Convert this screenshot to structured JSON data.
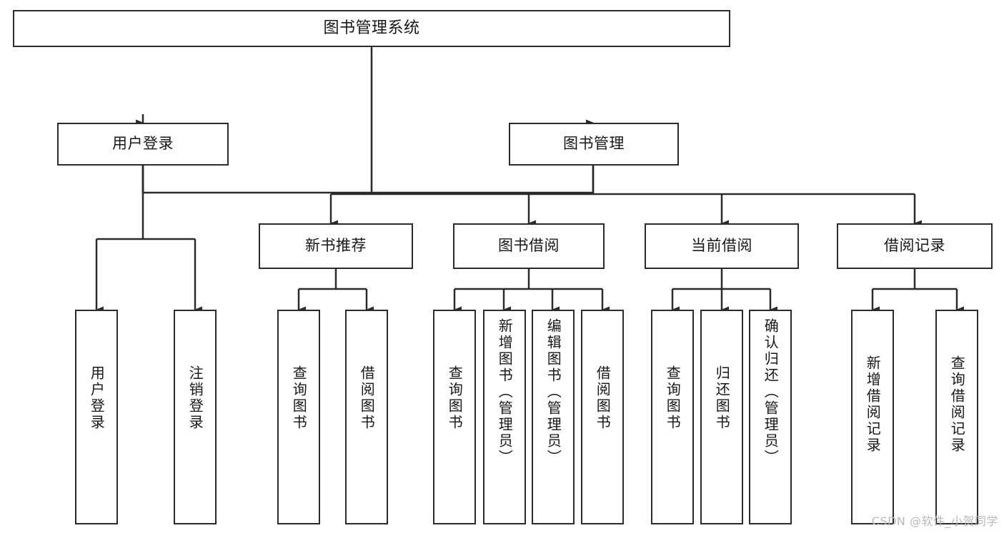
{
  "diagram": {
    "type": "tree",
    "title": "图书管理系统",
    "background_color": "#ffffff",
    "line_color": "#2b2b2b",
    "box_fill": "#ffffff"
  },
  "root": {
    "label": "图书管理系统"
  },
  "level1": [
    {
      "label": "用户登录"
    },
    {
      "label": "图书管理"
    }
  ],
  "level2": [
    {
      "label": "新书推荐"
    },
    {
      "label": "图书借阅"
    },
    {
      "label": "当前借阅"
    },
    {
      "label": "借阅记录"
    }
  ],
  "leaves": {
    "user_login": [
      {
        "label": "用户登录"
      },
      {
        "label": "注销登录"
      }
    ],
    "new_book_recommend": [
      {
        "label": "查询图书"
      },
      {
        "label": "借阅图书"
      }
    ],
    "book_borrow": [
      {
        "label": "查询图书"
      },
      {
        "label": "新增图书（管理员）"
      },
      {
        "label": "编辑图书（管理员）"
      },
      {
        "label": "借阅图书"
      }
    ],
    "current_borrow": [
      {
        "label": "查询图书"
      },
      {
        "label": "归还图书"
      },
      {
        "label": "确认归还（管理员）"
      }
    ],
    "borrow_record": [
      {
        "label": "新增借阅记录"
      },
      {
        "label": "查询借阅记录"
      }
    ]
  },
  "watermark": {
    "text": "CSDN @软件_小贺同学"
  }
}
